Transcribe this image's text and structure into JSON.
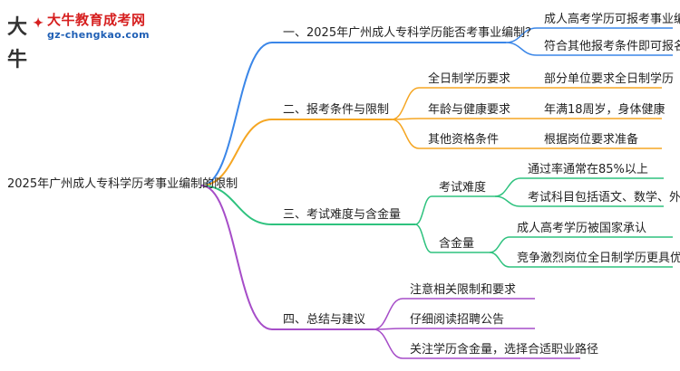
{
  "logo": {
    "mark": "大牛",
    "name": "大牛教育成考网",
    "url": "gz-chengkao.com"
  },
  "root": "2025年广州成人专科学历考事业编制的限制",
  "colors": {
    "branch1": "#3a86e8",
    "branch2": "#f5a623",
    "branch3": "#2ec27e",
    "branch4": "#a64dc8"
  },
  "branches": [
    {
      "label": "一、2025年广州成人专科学历能否考事业编制？",
      "children": [
        {
          "label": "成人高考学历可报考事业编制"
        },
        {
          "label": "符合其他报考条件即可报名"
        }
      ]
    },
    {
      "label": "二、报考条件与限制",
      "children": [
        {
          "label": "全日制学历要求",
          "children": [
            {
              "label": "部分单位要求全日制学历"
            }
          ]
        },
        {
          "label": "年龄与健康要求",
          "children": [
            {
              "label": "年满18周岁，身体健康"
            }
          ]
        },
        {
          "label": "其他资格条件",
          "children": [
            {
              "label": "根据岗位要求准备"
            }
          ]
        }
      ]
    },
    {
      "label": "三、考试难度与含金量",
      "children": [
        {
          "label": "考试难度",
          "children": [
            {
              "label": "通过率通常在85%以上"
            },
            {
              "label": "考试科目包括语文、数学、外语"
            }
          ]
        },
        {
          "label": "含金量",
          "children": [
            {
              "label": "成人高考学历被国家承认"
            },
            {
              "label": "竞争激烈岗位全日制学历更具优势"
            }
          ]
        }
      ]
    },
    {
      "label": "四、总结与建议",
      "children": [
        {
          "label": "注意相关限制和要求"
        },
        {
          "label": "仔细阅读招聘公告"
        },
        {
          "label": "关注学历含金量，选择合适职业路径"
        }
      ]
    }
  ]
}
